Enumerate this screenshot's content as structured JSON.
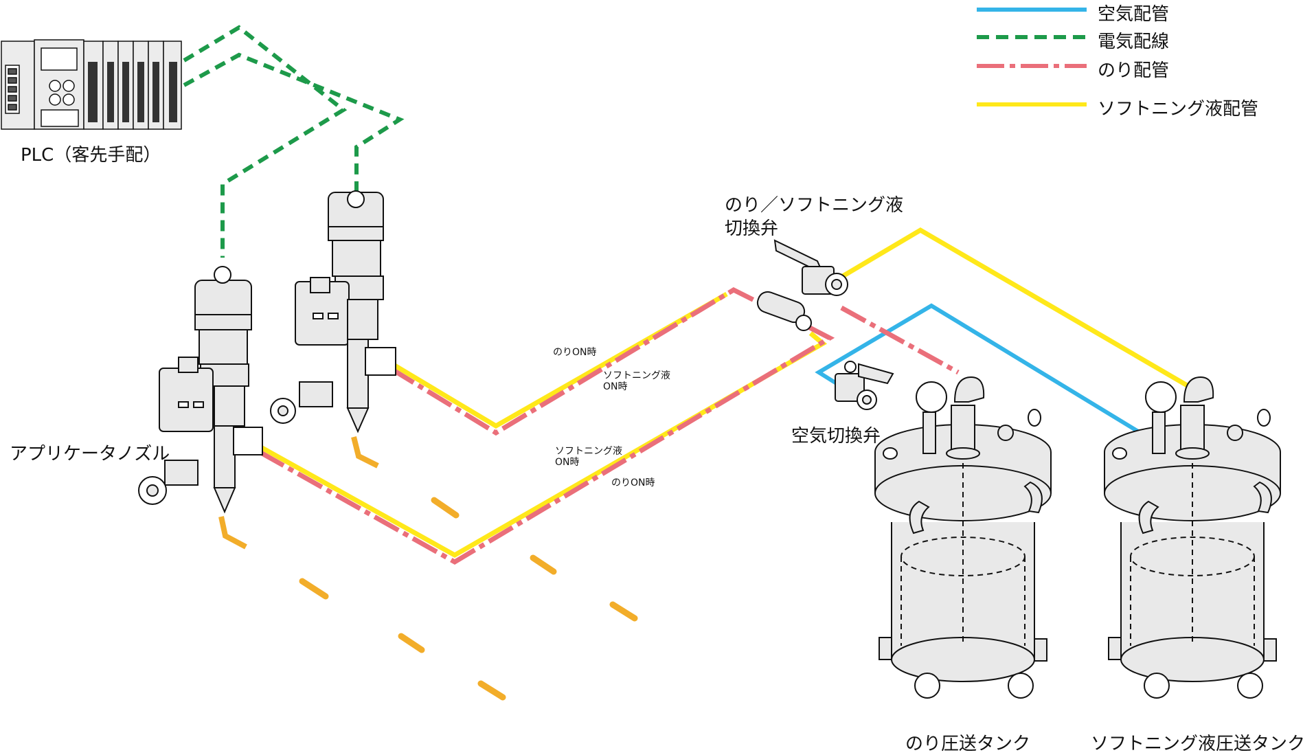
{
  "legend": [
    {
      "label": "空気配管",
      "color": "#34b4e8",
      "style": "solid"
    },
    {
      "label": "電気配線",
      "color": "#1d9a4a",
      "style": "dashed"
    },
    {
      "label": "のり配管",
      "color": "#ea6f7a",
      "style": "dashdot"
    },
    {
      "label": "ソフトニング液配管",
      "color": "#ffe81a",
      "style": "solid"
    }
  ],
  "labels": {
    "plc": "PLC（客先手配）",
    "nozzle": "アプリケータノズル",
    "switch_valve_line1": "のり／ソフトニング液",
    "switch_valve_line2": "切換弁",
    "air_valve": "空気切換弁",
    "glue_tank": "のり圧送タンク",
    "softening_tank": "ソフトニング液圧送タンク",
    "glue_on_1": "のりON時",
    "soft_on_1a": "ソフトニング液",
    "soft_on_1b": "ON時",
    "soft_on_2a": "ソフトニング液",
    "soft_on_2b": "ON時",
    "glue_on_2": "のりON時"
  },
  "colors": {
    "air": "#34b4e8",
    "electric": "#1d9a4a",
    "glue": "#ea6f7a",
    "softening": "#ffe81a",
    "bead": "#f2ad2a",
    "device_fill": "#e9e9e9",
    "outline": "#111111"
  }
}
